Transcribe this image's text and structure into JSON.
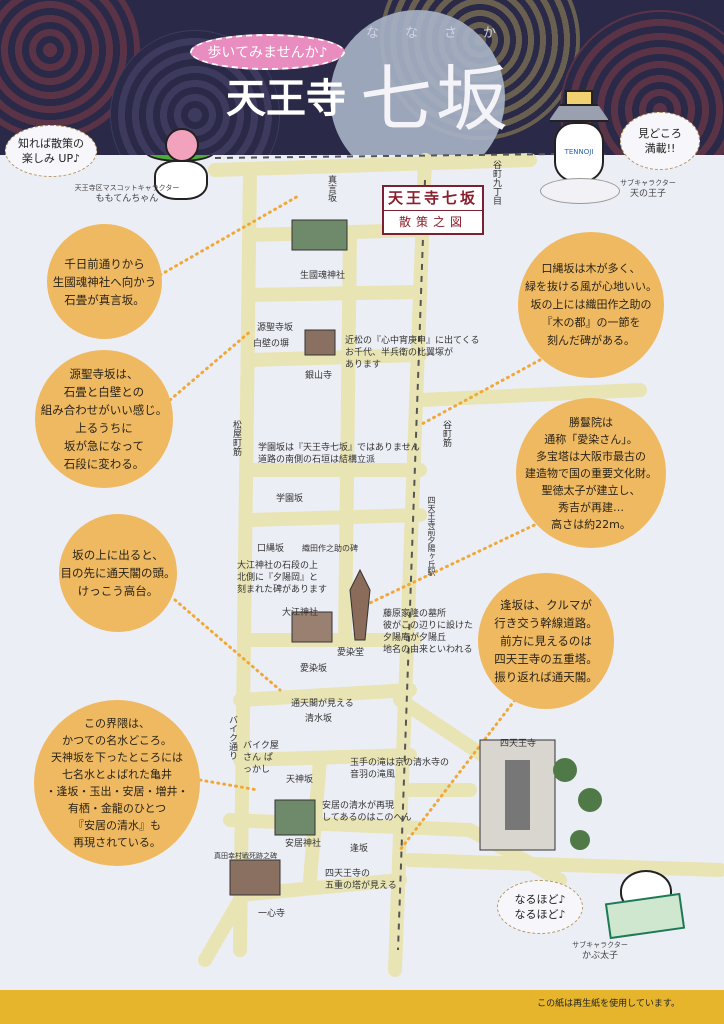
{
  "header": {
    "tagline": "歩いてみませんか♪",
    "title_prefix": "天王寺",
    "title_main": "七坂",
    "title_ruby": "ななさか"
  },
  "sign": {
    "title": "天王寺七坂",
    "subtitle": "散策之図"
  },
  "characters": {
    "momoten": {
      "speech": "知れば散策の\n楽しみ UP♪",
      "role": "天王寺区マスコットキャラクター",
      "name": "ももてんちゃん"
    },
    "tennoouji": {
      "speech": "見どころ\n満載!!",
      "role": "サブキャラクター",
      "name": "天の王子",
      "badge": "TENNOJI"
    },
    "kabutaishi": {
      "speech": "なるほど♪\nなるほど♪",
      "role": "サブキャラクター",
      "name": "かぶ太子"
    }
  },
  "circles": [
    "千日前通りから\n生國魂神社へ向かう\n石畳が真言坂。",
    "源聖寺坂は、\n石畳と白壁との\n組み合わせがいい感じ。\n上るうちに\n坂が急になって\n石段に変わる。",
    "口縄坂は木が多く、\n緑を抜ける風が心地いい。\n坂の上には織田作之助の\n『木の都』の一節を\n刻んだ碑がある。",
    "勝鬘院は\n通称「愛染さん」。\n多宝塔は大阪市最古の\n建造物で国の重要文化財。\n聖徳太子が建立し、\n秀吉が再建…\n高さは約22m。",
    "坂の上に出ると、\n目の先に通天閣の頭。\nけっこう高台。",
    "逢坂は、クルマが\n行き交う幹線道路。\n前方に見えるのは\n四天王寺の五重塔。\n振り返れば通天閣。",
    "この界隈は、\nかつての名水どころ。\n天神坂を下ったところには\n七名水とよばれた亀井\n・逢坂・玉出・安居・増井・\n有栖・金龍のひとつ\n『安居の清水』も\n再現されている。"
  ],
  "map": {
    "roads": [
      "谷町九丁目",
      "松屋町筋",
      "谷町筋",
      "四天王寺前夕陽ヶ丘駅",
      "バイク通り"
    ],
    "slopes": [
      "真言坂",
      "源聖寺坂",
      "学園坂",
      "口縄坂",
      "愛染坂",
      "清水坂",
      "天神坂",
      "逢坂"
    ],
    "places": [
      "生國魂神社",
      "銀山寺",
      "白壁の塀",
      "織田作之助の碑",
      "大江神社",
      "愛染堂",
      "安居神社",
      "一心寺",
      "四天王寺",
      "真田幸村戦死跡之碑",
      "バイク屋さん ぱっかし"
    ],
    "notes": [
      "近松の『心中宵庚申』に出てくる\nお千代、半兵衛の比翼塚が\nあります",
      "学園坂は『天王寺七坂』ではありません\n道路の南側の石垣は結構立派",
      "大江神社の石段の上\n北側に『夕陽岡』と\n刻まれた碑があります",
      "藤原家隆の墓所\n彼がこの辺りに設けた\n夕陽庵が夕陽丘\n地名の由来といわれる",
      "通天閣が見える",
      "玉手の滝は京の清水寺の\n音羽の滝風",
      "安居の清水が再現\nしてあるのはこのへん",
      "四天王寺の\n五重の塔が見える"
    ]
  },
  "footer": {
    "note": "この紙は再生紙を使用しています。"
  },
  "colors": {
    "header": "#2a2a48",
    "circle": "#efb962",
    "footer": "#e6b52c",
    "sign": "#8a1f2e",
    "road": "#f2efc8"
  }
}
